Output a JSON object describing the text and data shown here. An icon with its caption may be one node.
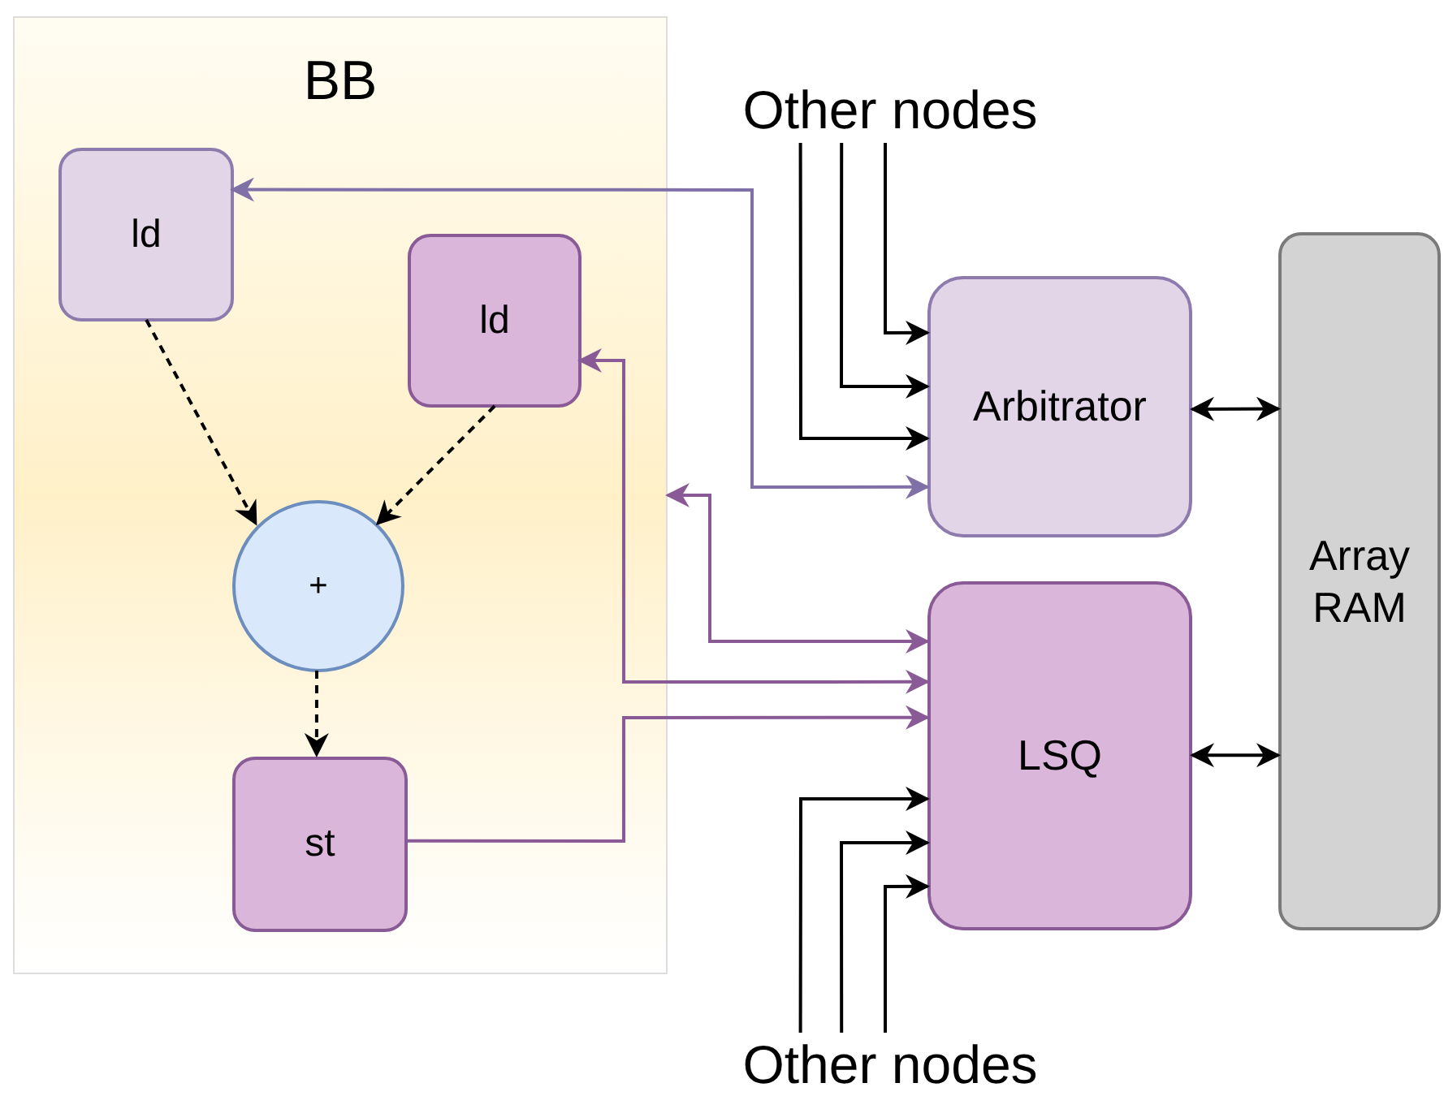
{
  "diagram": {
    "nodes": [
      {
        "text": [
          "BB"
        ]
      },
      {
        "text": [
          "ld"
        ],
        "in": 0
      },
      {
        "text": [
          "ld"
        ],
        "in": 0
      },
      {
        "text": [
          "+"
        ],
        "in": 0
      },
      {
        "text": [
          "st"
        ],
        "in": 0
      },
      {
        "text": [
          "Other nodes"
        ]
      },
      {
        "text": [
          "Arbitrator"
        ]
      },
      {
        "text": [
          "LSQ"
        ]
      },
      {
        "text": [
          "Array RAM"
        ]
      },
      {
        "text": [
          "Other nodes"
        ]
      }
    ],
    "edges": [
      {
        "from": 1,
        "to": 3,
        "arrow": "to",
        "style": "dashed"
      },
      {
        "from": 2,
        "to": 3,
        "arrow": "to",
        "style": "dashed"
      },
      {
        "from": 3,
        "to": 4,
        "arrow": "to",
        "style": "dashed"
      },
      {
        "from": 6,
        "to": 1,
        "arrow": "both",
        "color": "#8070a8"
      },
      {
        "from": 7,
        "to": 2,
        "arrow": "both",
        "color": "#8a5a96"
      },
      {
        "from": 7,
        "to": 0,
        "arrow": "both",
        "color": "#8a5a96"
      },
      {
        "from": 4,
        "to": 7,
        "arrow": "to",
        "color": "#8a5a96"
      },
      {
        "from": 5,
        "to": 6,
        "arrow": "to"
      },
      {
        "from": 5,
        "to": 6,
        "arrow": "to"
      },
      {
        "from": 5,
        "to": 6,
        "arrow": "to"
      },
      {
        "from": 9,
        "to": 7,
        "arrow": "to"
      },
      {
        "from": 9,
        "to": 7,
        "arrow": "to"
      },
      {
        "from": 9,
        "to": 7,
        "arrow": "to"
      },
      {
        "from": 6,
        "to": 8,
        "arrow": "both"
      },
      {
        "from": 7,
        "to": 8,
        "arrow": "both"
      }
    ]
  }
}
